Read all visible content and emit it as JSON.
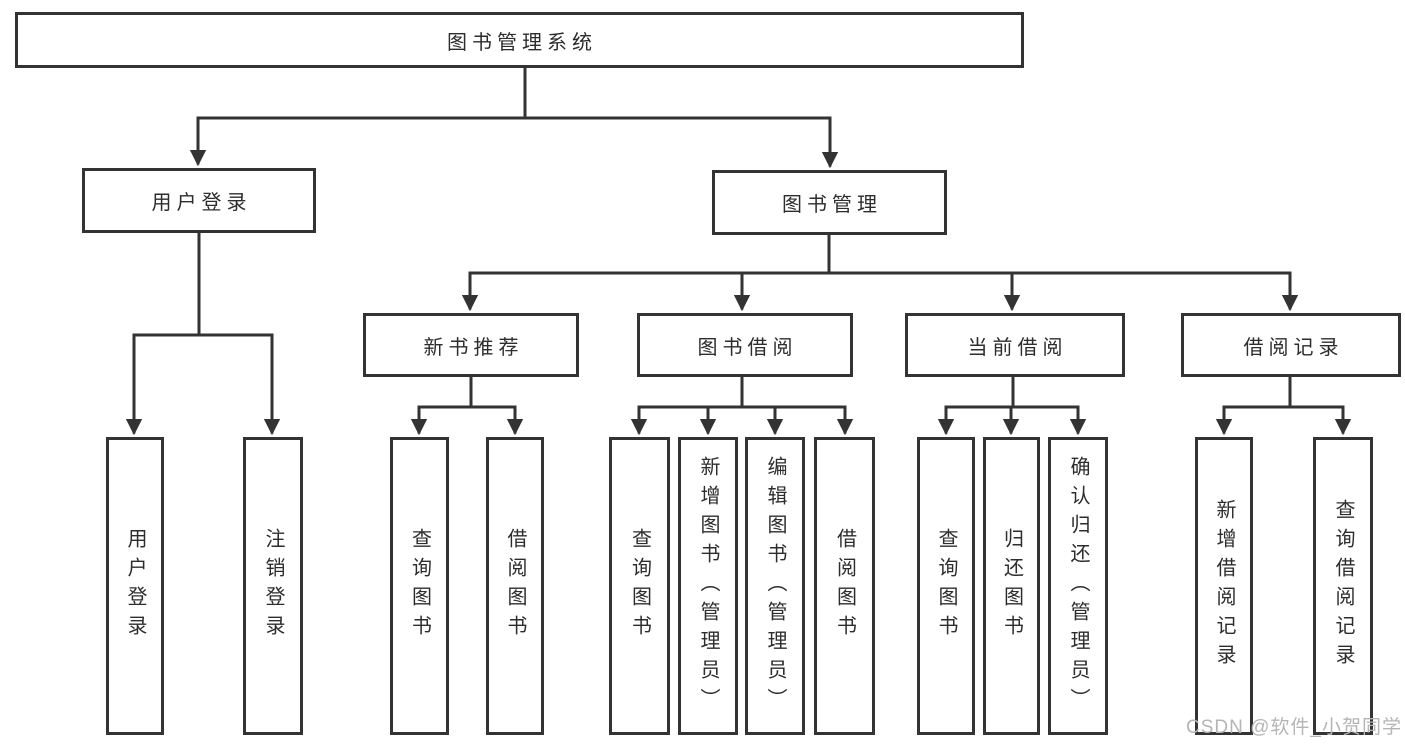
{
  "diagram": {
    "watermark": "CSDN @软件_小贺同学",
    "colors": {
      "line": "#333333",
      "border": "#333333",
      "text": "#2d2d2d",
      "watermark": "#b5b5b5",
      "background": "#ffffff"
    },
    "tree": {
      "label": "图书管理系统",
      "children": [
        {
          "label": "用户登录",
          "children": [
            {
              "label": "用户登录"
            },
            {
              "label": "注销登录"
            }
          ]
        },
        {
          "label": "图书管理",
          "children": [
            {
              "label": "新书推荐",
              "children": [
                {
                  "label": "查询图书"
                },
                {
                  "label": "借阅图书"
                }
              ]
            },
            {
              "label": "图书借阅",
              "children": [
                {
                  "label": "查询图书"
                },
                {
                  "label": "新增图书（管理员）"
                },
                {
                  "label": "编辑图书（管理员）"
                },
                {
                  "label": "借阅图书"
                }
              ]
            },
            {
              "label": "当前借阅",
              "children": [
                {
                  "label": "查询图书"
                },
                {
                  "label": "归还图书"
                },
                {
                  "label": "确认归还（管理员）"
                }
              ]
            },
            {
              "label": "借阅记录",
              "children": [
                {
                  "label": "新增借阅记录"
                },
                {
                  "label": "查询借阅记录"
                }
              ]
            }
          ]
        }
      ]
    }
  }
}
